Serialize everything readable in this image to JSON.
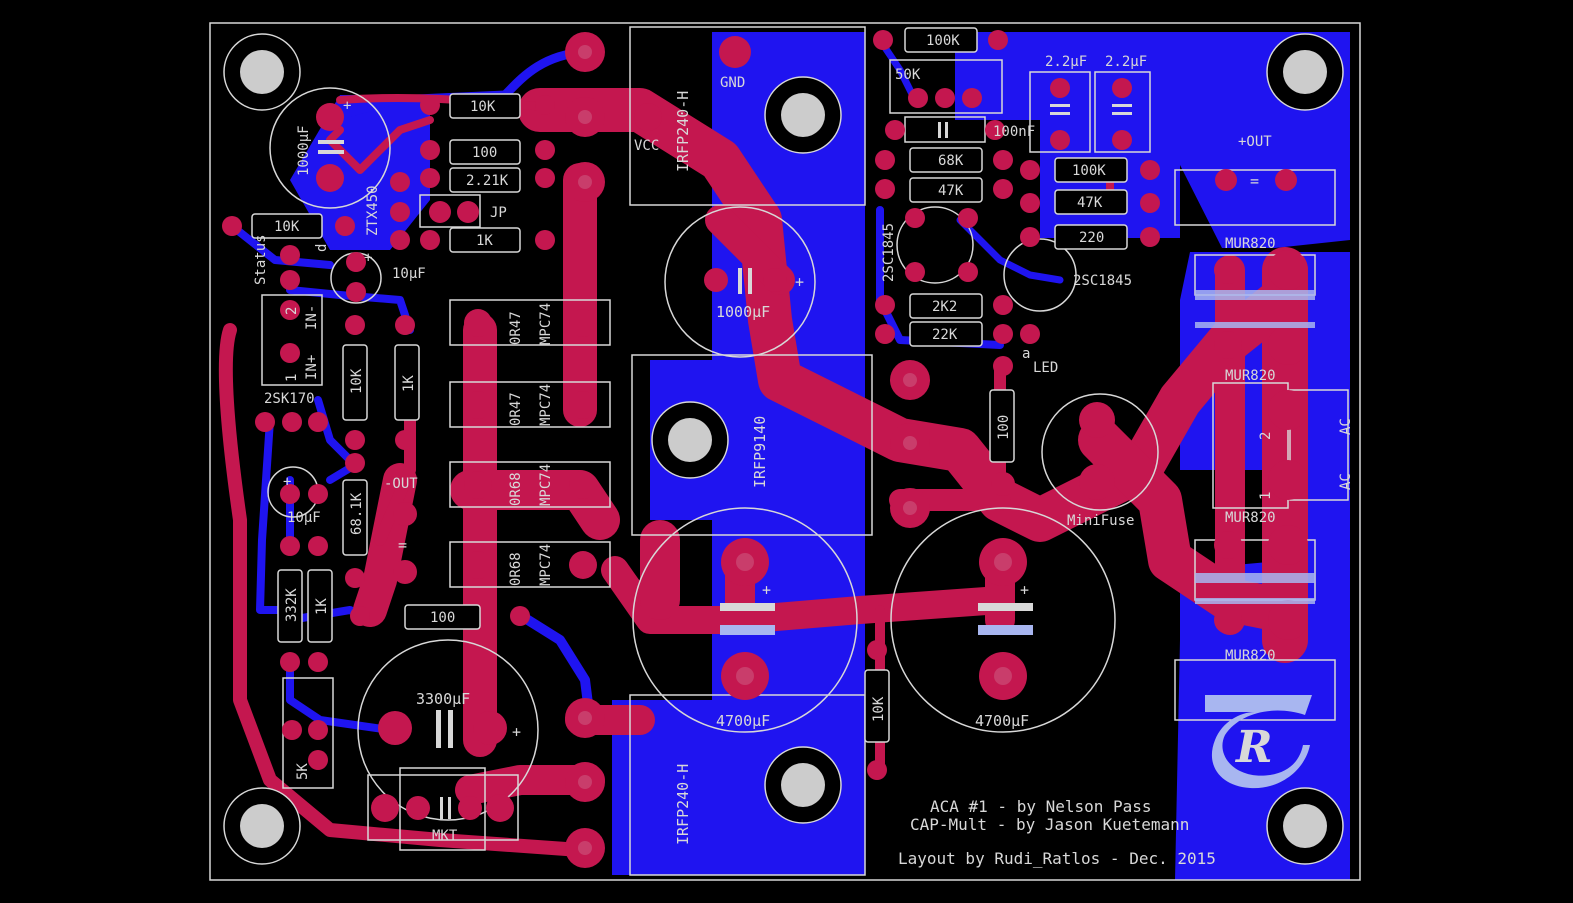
{
  "colors": {
    "background": "#000000",
    "top_copper": "#c4174f",
    "bottom_copper": "#1f14f0",
    "silkscreen": "#d8d8d8",
    "pad": "#c4174f",
    "drill": "#cccccc",
    "logo": "#a8b6f0"
  },
  "credits": {
    "line1": "ACA #1 - by Nelson Pass",
    "line2": "CAP-Mult - by Jason Kuetemann",
    "line3": "Layout by Rudi_Ratlos - Dec. 2015"
  },
  "logo": {
    "letter": "R",
    "name": "rudi-ratlos-logo"
  },
  "labels": {
    "gnd": "GND",
    "vcc": "VCC",
    "plus_out": "+OUT",
    "minus_out": "-OUT",
    "equals": "=",
    "jp": "JP",
    "status": "Status",
    "minifuse": "MiniFuse",
    "led": "LED",
    "ac": "AC",
    "pin1": "1",
    "pin2": "2",
    "plus": "+",
    "in_plus": "IN+",
    "in_minus": "IN-",
    "a": "a",
    "d": "d"
  },
  "transistors": {
    "irfp240_top": "IRFP240-H",
    "irfp240_bottom": "IRFP240-H",
    "irfp9140": "IRFP9140",
    "zTX450": "ZTX450",
    "2sk170": "2SK170",
    "2sc1845_a": "2SC1845",
    "2sc1845_b": "2SC1845"
  },
  "resistors": {
    "r_10k_top": "10K",
    "r_100_top": "100",
    "r_221k": "2.21K",
    "r_1k_top": "1K",
    "r_10k_left": "10K",
    "r_100k_top": "100K",
    "r_68k": "68K",
    "r_47k_a": "47K",
    "r_100k_b": "100K",
    "r_47k_b": "47K",
    "r_220": "220",
    "r_2k2": "2K2",
    "r_22k": "22K",
    "r_100_v": "100",
    "r_10k_v": "10K",
    "r_1k_v": "1K",
    "r_681k": "68.1K",
    "r_332k": "332K",
    "r_1k_b": "1K",
    "r_100_bottom": "100",
    "r_10k_bottom": "10K",
    "trim_50k": "50K",
    "trim_5k": "5K"
  },
  "power_resistors": [
    {
      "value": "0R47",
      "type": "MPC74"
    },
    {
      "value": "0R47",
      "type": "MPC74"
    },
    {
      "value": "0R68",
      "type": "MPC74"
    },
    {
      "value": "0R68",
      "type": "MPC74"
    }
  ],
  "capacitors": {
    "c_1000_left": "1000µF",
    "c_10u_a": "10µF",
    "c_10u_b": "10µF",
    "c_1000_mid": "1000µF",
    "c_4700_a": "4700µF",
    "c_4700_b": "4700µF",
    "c_3300": "3300µF",
    "c_mkt": "MKT",
    "c_22u_a": "2.2µF",
    "c_22u_b": "2.2µF",
    "c_100nf": "100nF"
  },
  "diodes": {
    "d1": "MUR820",
    "d2": "MUR820",
    "d3": "MUR820",
    "d4": "MUR820"
  }
}
